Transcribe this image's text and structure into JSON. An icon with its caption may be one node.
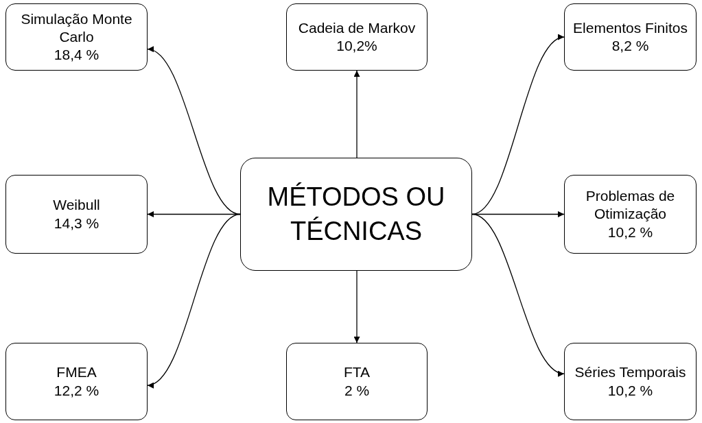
{
  "diagram": {
    "nodes": [
      {
        "text": [
          "Simulação Monte Carlo",
          "18,4 %"
        ]
      },
      {
        "text": [
          "Cadeia de Markov",
          "10,2%"
        ]
      },
      {
        "text": [
          "Elementos Finitos",
          "8,2 %"
        ]
      },
      {
        "text": [
          "Weibull",
          "14,3 %"
        ]
      },
      {
        "text": [
          "MÉTODOS OU TÉCNICAS"
        ]
      },
      {
        "text": [
          "Problemas de Otimização",
          "10,2 %"
        ]
      },
      {
        "text": [
          "FMEA",
          "12,2 %"
        ]
      },
      {
        "text": [
          "FTA",
          "2 %"
        ]
      },
      {
        "text": [
          "Séries Temporais",
          "10,2 %"
        ]
      }
    ],
    "edges": [
      {
        "from": 4,
        "to": 0,
        "arrow": "to"
      },
      {
        "from": 4,
        "to": 1,
        "arrow": "to"
      },
      {
        "from": 4,
        "to": 2,
        "arrow": "to"
      },
      {
        "from": 4,
        "to": 3,
        "arrow": "to"
      },
      {
        "from": 4,
        "to": 5,
        "arrow": "to"
      },
      {
        "from": 4,
        "to": 6,
        "arrow": "to"
      },
      {
        "from": 4,
        "to": 7,
        "arrow": "to"
      },
      {
        "from": 4,
        "to": 8,
        "arrow": "to"
      }
    ]
  }
}
